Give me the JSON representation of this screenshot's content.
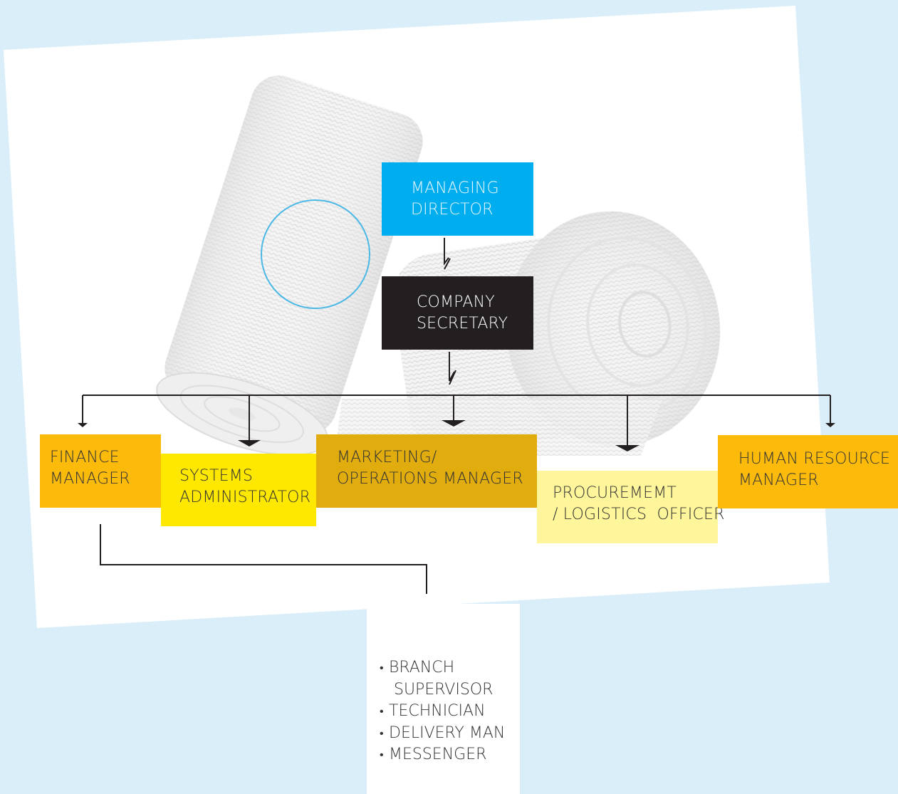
{
  "colors": {
    "background": "#d9eef9",
    "managing_director": "#00aeef",
    "company_secretary": "#231f20",
    "finance_manager": "#fcbb0b",
    "systems_administrator": "#ffe800",
    "marketing_operations": "#e0ac0e",
    "procurement_logistics": "#fff59a",
    "human_resource": "#fcbb0b",
    "accent_circle": "#4bb8e6"
  },
  "nodes": {
    "managing_director": [
      "MANAGING",
      "DIRECTOR"
    ],
    "company_secretary": [
      "COMPANY",
      "SECRETARY"
    ],
    "finance_manager": [
      "FINANCE",
      "MANAGER"
    ],
    "systems_administrator": [
      "SYSTEMS",
      "ADMINISTRATOR"
    ],
    "marketing_operations": [
      "MARKETING/",
      "OPERATIONS MANAGER"
    ],
    "procurement_logistics": [
      "PROCUREMEMT",
      "/ LOGISTICS  OFFICER"
    ],
    "human_resource": [
      "HUMAN RESOURCE",
      "MANAGER"
    ]
  },
  "sub_staff": [
    "BRANCH",
    " SUPERVISOR",
    "TECHNICIAN",
    "DELIVERY MAN",
    "MESSENGER"
  ],
  "background_image": "elastic-bandage-rolls"
}
